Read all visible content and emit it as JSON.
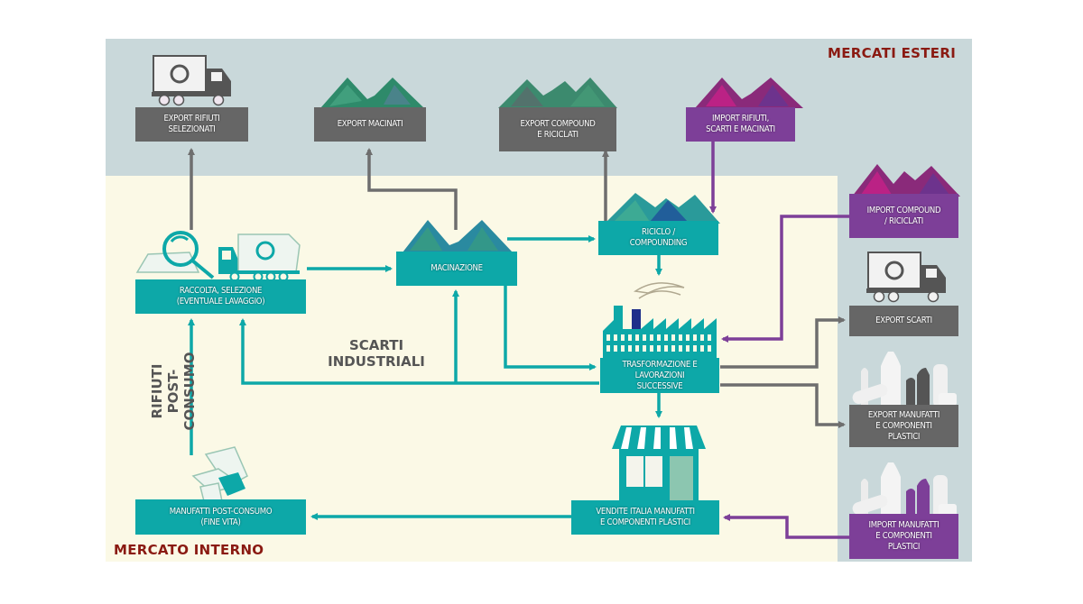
{
  "regions": {
    "foreign": "MERCATI ESTERI",
    "domestic": "MERCATO INTERNO"
  },
  "colors": {
    "teal": "#0da8a8",
    "gray_box": "#666666",
    "purple": "#7d3f98",
    "region_label": "#8a1a12",
    "foreign_bg": "#c9d8da",
    "domestic_bg": "#fbf9e6"
  },
  "boxes": {
    "export_rifiuti": "EXPORT RIFIUTI\nSELEZIONATI",
    "export_macinati": "EXPORT MACINATI",
    "export_compound": "EXPORT COMPOUND\nE RICICLATI",
    "import_rifiuti": "IMPORT RIFIUTI,\nSCARTI E MACINATI",
    "import_compound": "IMPORT COMPOUND\n/  RICICLATI",
    "export_scarti": "EXPORT SCARTI",
    "export_manufatti": "EXPORT MANUFATTI\nE COMPONENTI\nPLASTICI",
    "import_manufatti": "IMPORT MANUFATTI\nE COMPONENTI\nPLASTICI",
    "raccolta": "RACCOLTA, SELEZIONE\n(EVENTUALE LAVAGGIO)",
    "macinazione": "MACINAZIONE",
    "riciclo": "RICICLO /\nCOMPOUNDING",
    "trasformazione": "TRASFORMAZIONE E\nLAVORAZIONI\nSUCCESSIVE",
    "vendite": "VENDITE ITALIA MANUFATTI\nE COMPONENTI PLASTICI",
    "manufatti_post": "MANUFATTI POST-CONSUMO\n(FINE VITA)"
  },
  "flow_labels": {
    "scarti_industriali": "SCARTI\nINDUSTRIALI",
    "rifiuti_post_consumo": "RIFIUTI POST-\nCONSUMO"
  },
  "icons": {
    "truck_export_rifiuti": "truck-icon",
    "pile_export_macinati": "granules-pile-icon",
    "pile_export_compound": "granules-pile-icon",
    "pile_import_rifiuti": "granules-pile-icon",
    "pile_import_compound": "granules-pile-icon",
    "truck_export_scarti": "truck-icon",
    "bottles_export": "plastic-bottles-icon",
    "bottles_import": "plastic-bottles-icon",
    "collection": "magnifier-garbage-truck-icon",
    "pile_macinazione": "granules-pile-icon",
    "pile_riciclo": "granules-pile-icon",
    "factory": "factory-icon",
    "shop": "shop-icon",
    "waste_bin": "waste-items-icon"
  }
}
